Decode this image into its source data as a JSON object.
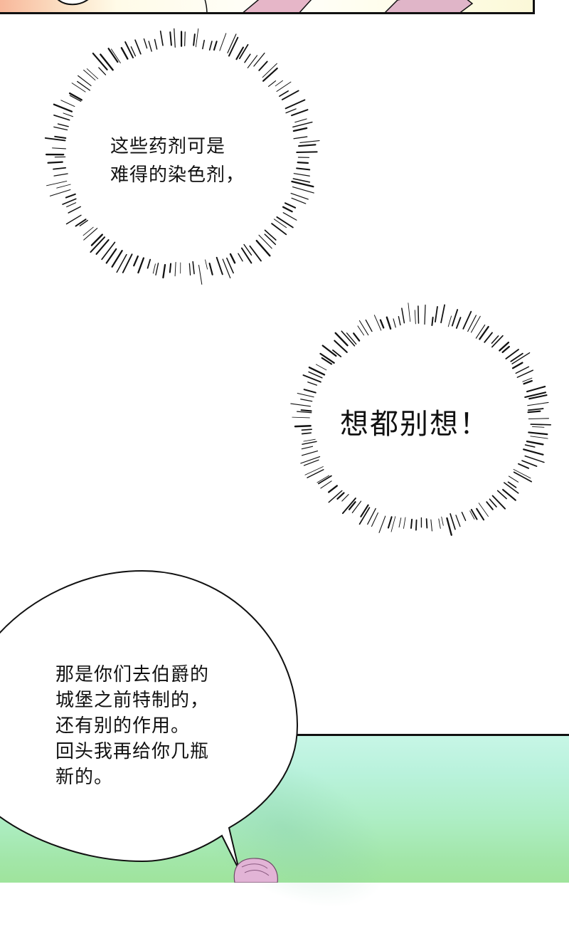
{
  "page": {
    "type": "comic-strip-fragment",
    "colors": {
      "background": "#ffffff",
      "ink": "#111111",
      "grass_top": "#c7f6e6",
      "grass_bottom": "#9fe49c",
      "top_panel_warm": "#f8b79a",
      "hair_pink": "#e0b5d3"
    }
  },
  "panels": [
    {
      "id": "top-panel",
      "description": "Bottom edge of previous panel with white round shapes and pink character parts"
    },
    {
      "id": "bottom-panel",
      "description": "Green grassy background with pink-haired character head peeking in"
    }
  ],
  "bubbles": {
    "burst_1": {
      "style": "emphasis-burst",
      "lines": [
        "这些药剂可是",
        "难得的染色剂，"
      ],
      "text": "这些药剂可是\n难得的染色剂，"
    },
    "burst_2": {
      "style": "emphasis-burst",
      "lines": [
        "想都别想！"
      ],
      "text": "想都别想！"
    },
    "speech_1": {
      "style": "speech-bubble",
      "lines": [
        "那是你们去伯爵的",
        "城堡之前特制的，",
        "还有别的作用。",
        "回头我再给你几瓶",
        "新的。"
      ],
      "text": "那是你们去伯爵的\n城堡之前特制的，\n还有别的作用。\n回头我再给你几瓶\n新的。"
    }
  }
}
